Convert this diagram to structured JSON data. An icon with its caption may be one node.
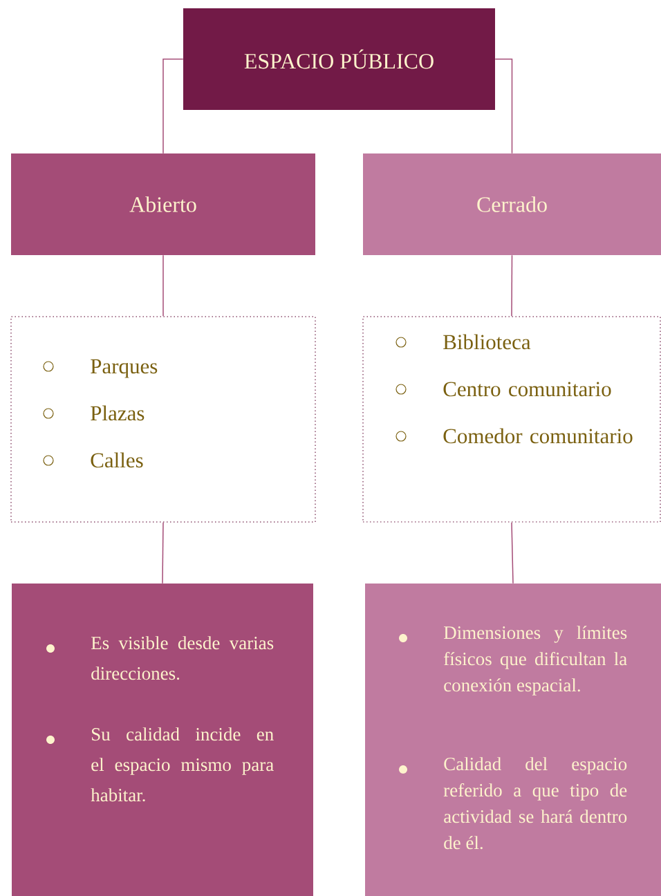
{
  "diagram": {
    "nodes": [
      {
        "text": [
          "ESPACIO PÚBLICO"
        ]
      },
      {
        "text": [
          "Abierto"
        ]
      },
      {
        "text": [
          "Cerrado"
        ]
      },
      {
        "text": [
          "Parques",
          "Plazas",
          "Calles"
        ]
      },
      {
        "text": [
          "Biblioteca",
          "Centro comunitario",
          "Comedor comunitario"
        ]
      },
      {
        "text": [
          "Es visible desde varias direcciones.",
          "Su calidad incide en el espacio mismo para habitar."
        ]
      },
      {
        "text": [
          "Dimensiones y límites físicos que dificultan la conexión espacial.",
          "Calidad del espacio referido a que tipo de actividad se hará dentro de él."
        ]
      }
    ],
    "edges": [
      {
        "from": 0,
        "to": 1,
        "arrow": "none"
      },
      {
        "from": 0,
        "to": 2,
        "arrow": "none"
      },
      {
        "from": 1,
        "to": 3,
        "arrow": "none"
      },
      {
        "from": 2,
        "to": 4,
        "arrow": "none"
      },
      {
        "from": 3,
        "to": 5,
        "arrow": "none"
      },
      {
        "from": 4,
        "to": 6,
        "arrow": "none"
      }
    ]
  }
}
